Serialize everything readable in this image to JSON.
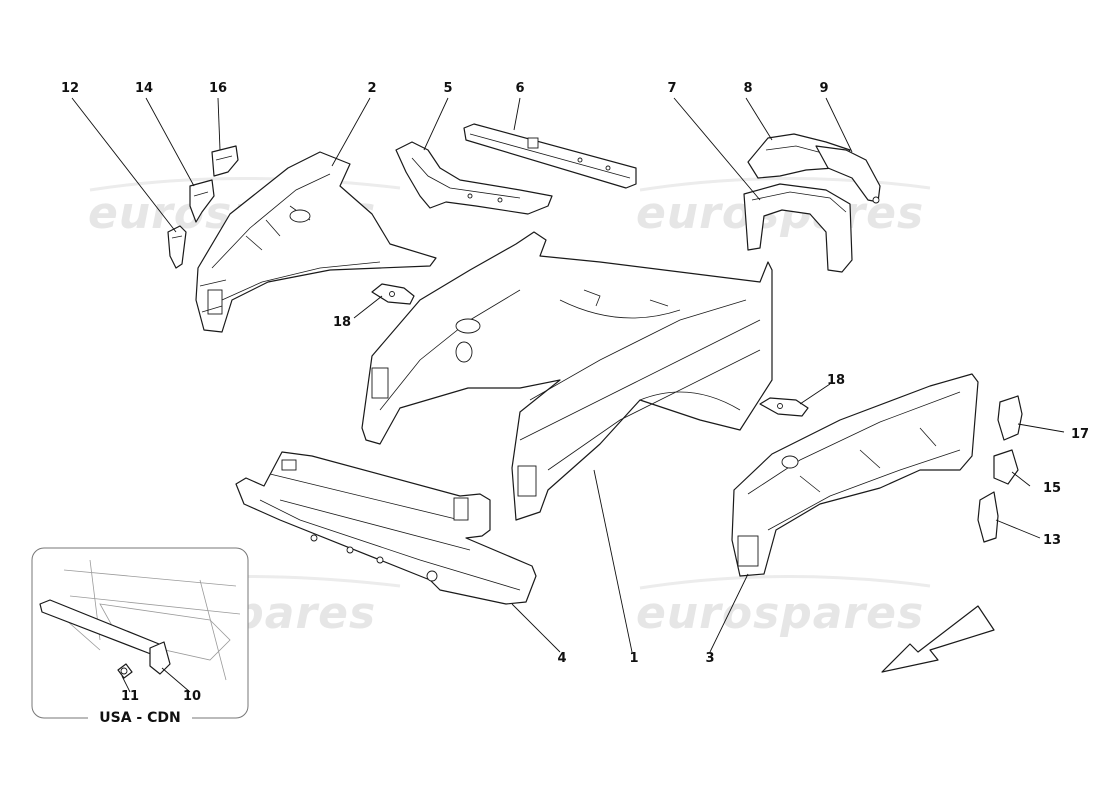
{
  "watermark": {
    "text": "eurospares"
  },
  "inset": {
    "label": "USA - CDN"
  },
  "callouts": [
    {
      "id": "c12",
      "text": "12"
    },
    {
      "id": "c14",
      "text": "14"
    },
    {
      "id": "c16",
      "text": "16"
    },
    {
      "id": "c2",
      "text": "2"
    },
    {
      "id": "c5",
      "text": "5"
    },
    {
      "id": "c6",
      "text": "6"
    },
    {
      "id": "c7",
      "text": "7"
    },
    {
      "id": "c8",
      "text": "8"
    },
    {
      "id": "c9",
      "text": "9"
    },
    {
      "id": "c18a",
      "text": "18"
    },
    {
      "id": "c18b",
      "text": "18"
    },
    {
      "id": "c17",
      "text": "17"
    },
    {
      "id": "c15",
      "text": "15"
    },
    {
      "id": "c13",
      "text": "13"
    },
    {
      "id": "c4",
      "text": "4"
    },
    {
      "id": "c1",
      "text": "1"
    },
    {
      "id": "c3",
      "text": "3"
    },
    {
      "id": "c11",
      "text": "11"
    },
    {
      "id": "c10",
      "text": "10"
    }
  ]
}
